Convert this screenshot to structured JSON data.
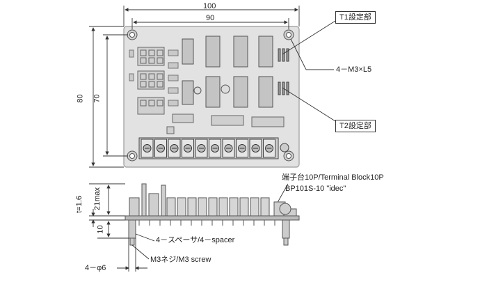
{
  "dimensions": {
    "width_outer": "100",
    "width_holes": "90",
    "height_outer": "80",
    "height_holes": "70",
    "thickness": "t=1.6",
    "height_max": "21max",
    "spacer_height": "10",
    "spacer_dia": "4－φ6"
  },
  "callouts": {
    "t1": "T1設定部",
    "t2": "T2設定部",
    "screw_holes": "4－M3×L5",
    "terminal_block_line1": "端子台10P/Terminal Block10P",
    "terminal_block_line2": "BP101S-10 \"idec\"",
    "spacer": "4－スペーサ/4－spacer",
    "screw": "M3ネジ/M3 screw"
  },
  "colors": {
    "board": "#e2e2e2",
    "board_edge": "#9a9a9a",
    "line": "#333333",
    "component": "#bdbdbd"
  }
}
